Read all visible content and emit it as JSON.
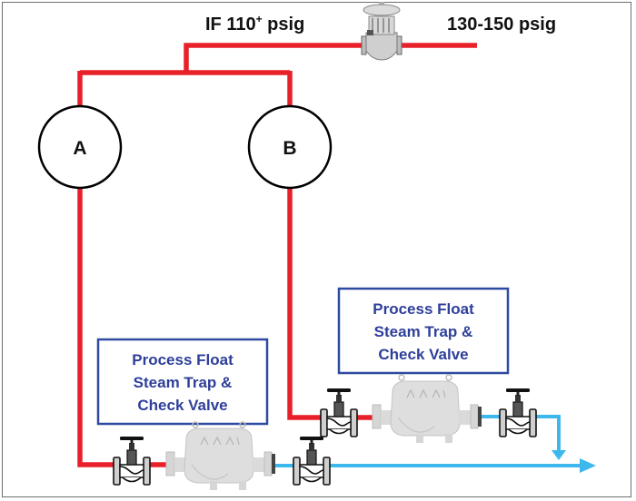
{
  "labels": {
    "inlet_pressure": "IF 110",
    "inlet_pressure_sup": "+",
    "inlet_pressure_unit": " psig",
    "supply_pressure": "130-150 psig",
    "equipment_a": "A",
    "equipment_b": "B"
  },
  "callouts": [
    {
      "id": "trap-a",
      "lines": [
        "Process Float",
        "Steam Trap &",
        "Check Valve"
      ]
    },
    {
      "id": "trap-b",
      "lines": [
        "Process Float",
        "Steam Trap &",
        "Check Valve"
      ]
    }
  ],
  "colors": {
    "steam_line": "#e8202a",
    "condensate_line": "#3db8ec",
    "callout_border": "#2e4aa0",
    "callout_text": "#2e3f9a",
    "equipment_outline": "#000000",
    "frame": "#6e6e6e"
  },
  "icons": {
    "control_valve": "pressure-reducing-valve-icon",
    "isolation_valve": "globe-valve-icon",
    "steam_trap": "float-steam-trap-icon",
    "flow_arrow": "arrow-right-icon"
  }
}
